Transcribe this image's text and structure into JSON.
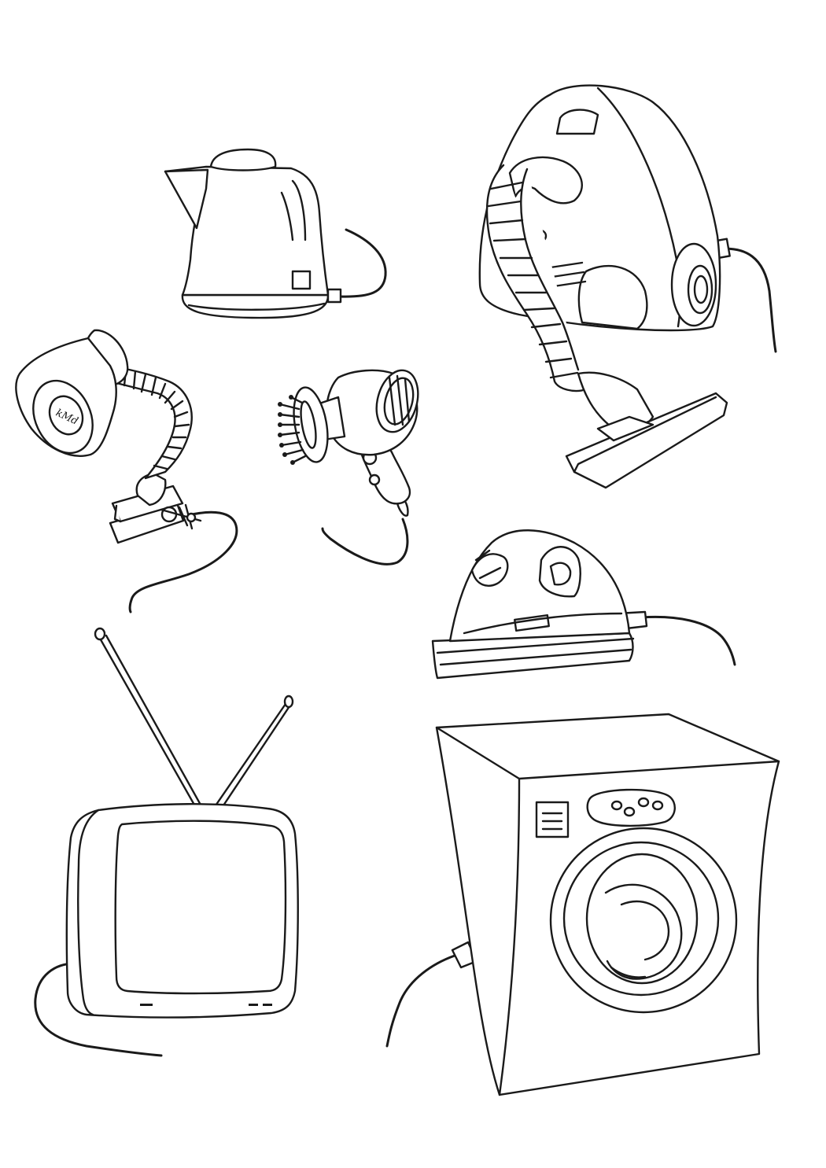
{
  "page": {
    "background": "#ffffff",
    "line_color": "#1a1a1a"
  },
  "items": [
    {
      "name": "electric-kettle",
      "icon": "kettle-icon"
    },
    {
      "name": "vacuum-cleaner",
      "icon": "vacuum-cleaner-icon"
    },
    {
      "name": "desk-lamp",
      "icon": "desk-lamp-icon",
      "label": "kMd"
    },
    {
      "name": "hair-dryer",
      "icon": "hair-dryer-icon"
    },
    {
      "name": "clothes-iron",
      "icon": "iron-icon"
    },
    {
      "name": "television",
      "icon": "tv-icon"
    },
    {
      "name": "washing-machine",
      "icon": "washing-machine-icon"
    }
  ]
}
